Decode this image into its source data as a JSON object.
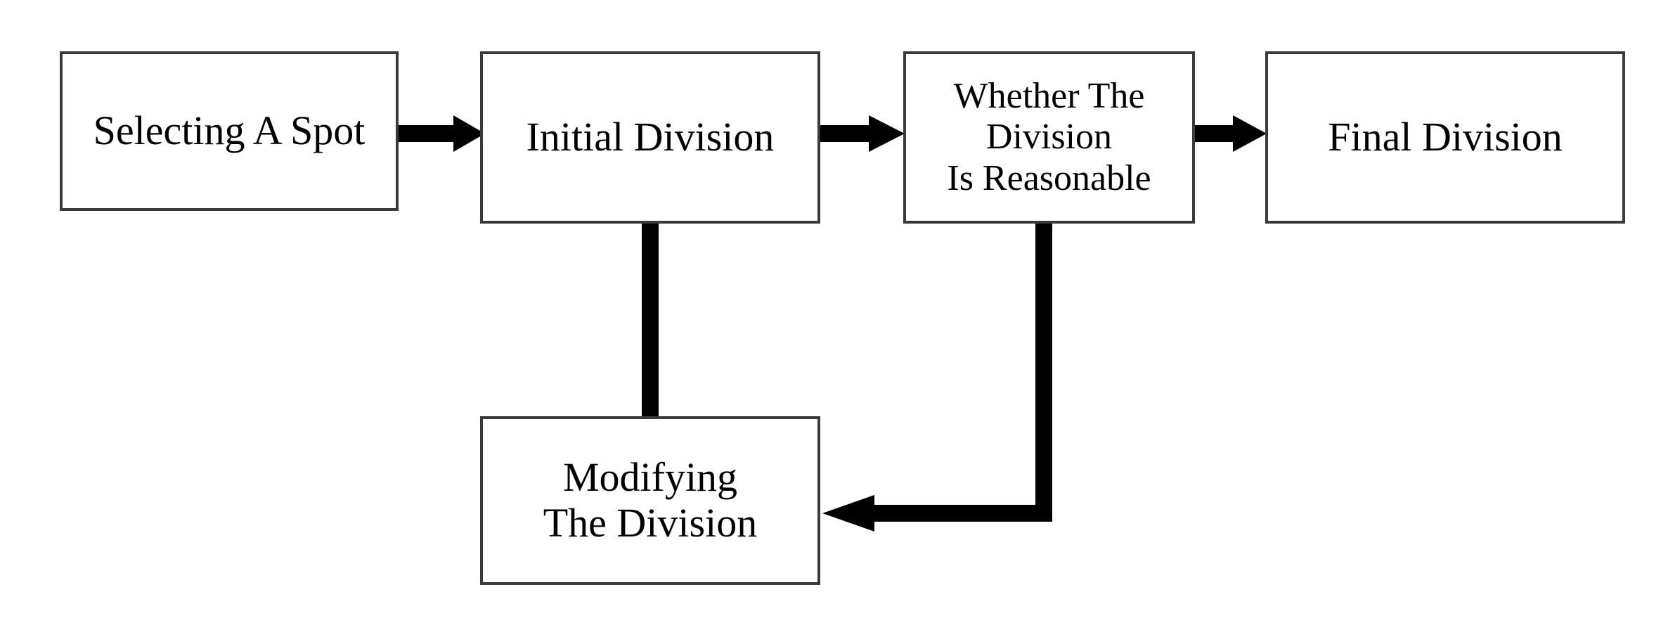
{
  "diagram": {
    "type": "flowchart",
    "orientation": "left-to-right with feedback loop",
    "background_color": "#ffffff",
    "box_border_color": "#3a3a3a",
    "arrow_color": "#000000",
    "text_color": "#000000",
    "nodes": [
      {
        "id": "selecting-a-spot",
        "label": "Selecting A Spot",
        "lines": [
          "Selecting A Spot"
        ],
        "order": 1
      },
      {
        "id": "initial-division",
        "label": "Initial Division",
        "lines": [
          "Initial Division"
        ],
        "order": 2
      },
      {
        "id": "whether-reasonable",
        "label": "Whether The\nDivision\nIs Reasonable",
        "lines": [
          "Whether The",
          "Division",
          "Is Reasonable"
        ],
        "order": 3
      },
      {
        "id": "final-division",
        "label": "Final Division",
        "lines": [
          "Final Division"
        ],
        "order": 4
      },
      {
        "id": "modifying-division",
        "label": "Modifying\nThe Division",
        "lines": [
          "Modifying",
          "The Division"
        ],
        "order": 5
      }
    ],
    "edges": [
      {
        "id": "edge-1",
        "from": "selecting-a-spot",
        "to": "initial-division",
        "direction": "right",
        "style": "solid-block-arrow"
      },
      {
        "id": "edge-2",
        "from": "initial-division",
        "to": "whether-reasonable",
        "direction": "right",
        "style": "solid-block-arrow"
      },
      {
        "id": "edge-3",
        "from": "whether-reasonable",
        "to": "final-division",
        "direction": "right",
        "style": "solid-block-arrow"
      },
      {
        "id": "edge-4",
        "from": "whether-reasonable",
        "to": "modifying-division",
        "direction": "down-then-left",
        "style": "solid-block-arrow"
      },
      {
        "id": "edge-5",
        "from": "modifying-division",
        "to": "initial-division",
        "direction": "up",
        "style": "solid-block-arrow"
      }
    ]
  }
}
